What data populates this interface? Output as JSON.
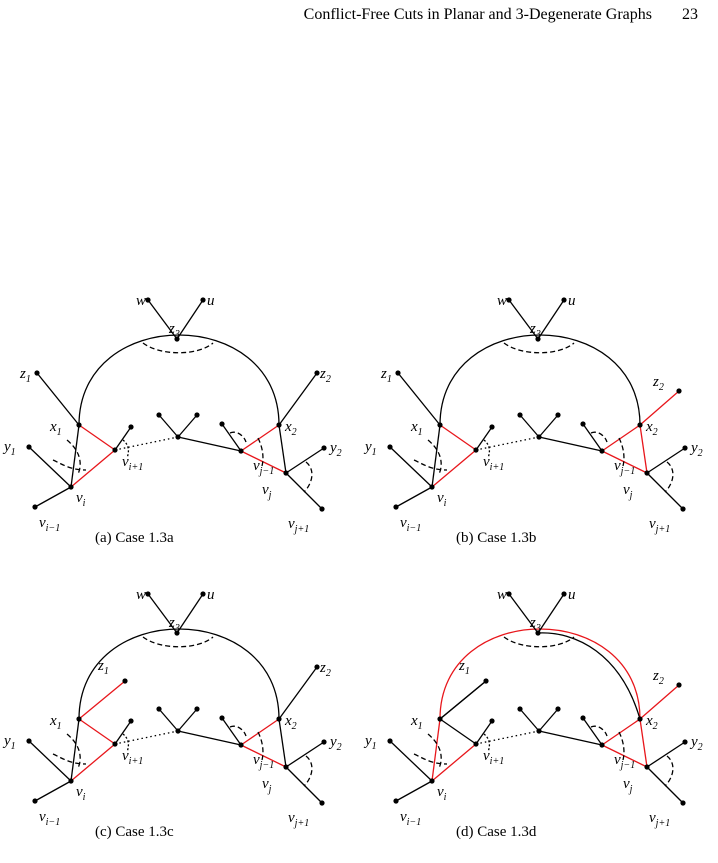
{
  "header": {
    "title": "Conflict-Free Cuts in Planar and 3-Degenerate Graphs",
    "page_number": "23"
  },
  "colors": {
    "black": "#000000",
    "red": "#e8161b"
  },
  "figures": [
    {
      "caption": "(a) Case 1.3a",
      "labels": {
        "w": "w",
        "u": "u",
        "z3": "z3",
        "z1": "z1",
        "z2": "z2",
        "x1": "x1",
        "x2": "x2",
        "y1": "y1",
        "y2": "y2",
        "vi": "vi",
        "vim1": "vi−1",
        "vip1": "vi+1",
        "vj": "vj",
        "vjm1": "vj−1",
        "vjp1": "vj+1"
      }
    },
    {
      "caption": "(b) Case 1.3b",
      "labels": {
        "w": "w",
        "u": "u",
        "z3": "z3",
        "z1": "z1",
        "z2": "z2",
        "x1": "x1",
        "x2": "x2",
        "y1": "y1",
        "y2": "y2",
        "vi": "vi",
        "vim1": "vi−1",
        "vip1": "vi+1",
        "vj": "vj",
        "vjm1": "vj−1",
        "vjp1": "vj+1"
      }
    },
    {
      "caption": "(c) Case 1.3c",
      "labels": {
        "w": "w",
        "u": "u",
        "z3": "z3",
        "z1": "z1",
        "z2": "z2",
        "x1": "x1",
        "x2": "x2",
        "y1": "y1",
        "y2": "y2",
        "vi": "vi",
        "vim1": "vi−1",
        "vip1": "vi+1",
        "vj": "vj",
        "vjm1": "vj−1",
        "vjp1": "vj+1"
      }
    },
    {
      "caption": "(d) Case 1.3d",
      "labels": {
        "w": "w",
        "u": "u",
        "z3": "z3",
        "z1": "z1",
        "z2": "z2",
        "x1": "x1",
        "x2": "x2",
        "y1": "y1",
        "y2": "y2",
        "vi": "vi",
        "vim1": "vi−1",
        "vip1": "vi+1",
        "vj": "vj",
        "vjm1": "vj−1",
        "vjp1": "vj+1"
      }
    }
  ]
}
